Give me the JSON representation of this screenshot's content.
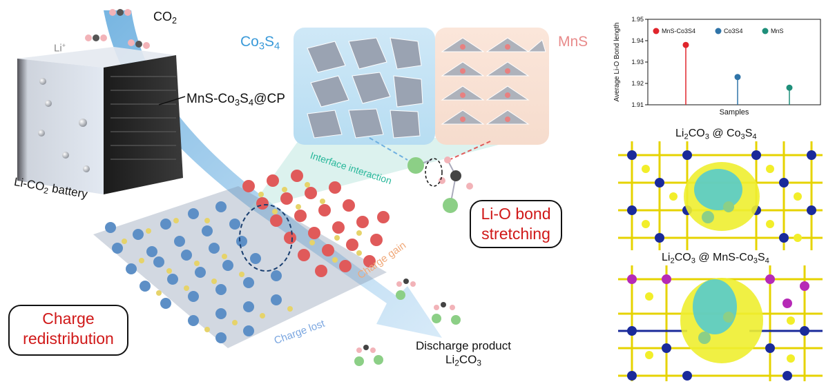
{
  "labels": {
    "co2_main": "CO",
    "co2_main_sub": "2",
    "li_ion": "Li",
    "li_ion_sup": "+",
    "electrode": "MnS-Co",
    "electrode_sub1": "3",
    "electrode_mid": "S",
    "electrode_sub2": "4",
    "electrode_tail": "@CP",
    "battery": "Li-CO",
    "battery_sub": "2",
    "battery_tail": " battery",
    "co3s4_a": "Co",
    "co3s4_sub1": "3",
    "co3s4_b": "S",
    "co3s4_sub2": "4",
    "mns": "MnS",
    "interface": "Interface interaction",
    "bond_line1": "Li-O bond",
    "bond_line2": "stretching",
    "charge_gain": "Charge gain",
    "charge_lost": "Charge lost",
    "charge_redist_1": "Charge",
    "charge_redist_2": "redistribution",
    "product_line1": "Discharge product",
    "product_line2a": "Li",
    "product_sub1": "2",
    "product_line2b": "CO",
    "product_sub2": "3",
    "dft1_a": "Li",
    "dft1_sub1": "2",
    "dft1_b": "CO",
    "dft1_sub2": "3",
    "dft1_c": " @ Co",
    "dft1_sub3": "3",
    "dft1_d": "S",
    "dft1_sub4": "4",
    "dft2_a": "Li",
    "dft2_sub1": "2",
    "dft2_b": "CO",
    "dft2_sub2": "3",
    "dft2_c": " @ MnS-Co",
    "dft2_sub3": "3",
    "dft2_d": "S",
    "dft2_sub4": "4"
  },
  "colors": {
    "co3s4_title": "#3a9ad9",
    "mns_title": "#e88a8a",
    "interface": "#27b79a",
    "charge_gain": "#f0a878",
    "charge_lost": "#7aa6e0",
    "red_text": "#d01818"
  },
  "chart_data": {
    "type": "scatter",
    "ylabel": "Average Li-O Bond length",
    "xlabel": "Samples",
    "ylim": [
      1.91,
      1.95
    ],
    "yticks": [
      "1.91",
      "1.92",
      "1.93",
      "1.94",
      "1.95"
    ],
    "legend_position": "top",
    "series": [
      {
        "name": "MnS-Co3S4",
        "value": 1.938,
        "color": "#e0252c"
      },
      {
        "name": "Co3S4",
        "value": 1.923,
        "color": "#2f74a8"
      },
      {
        "name": "MnS",
        "value": 1.918,
        "color": "#1f8f7a"
      }
    ]
  }
}
